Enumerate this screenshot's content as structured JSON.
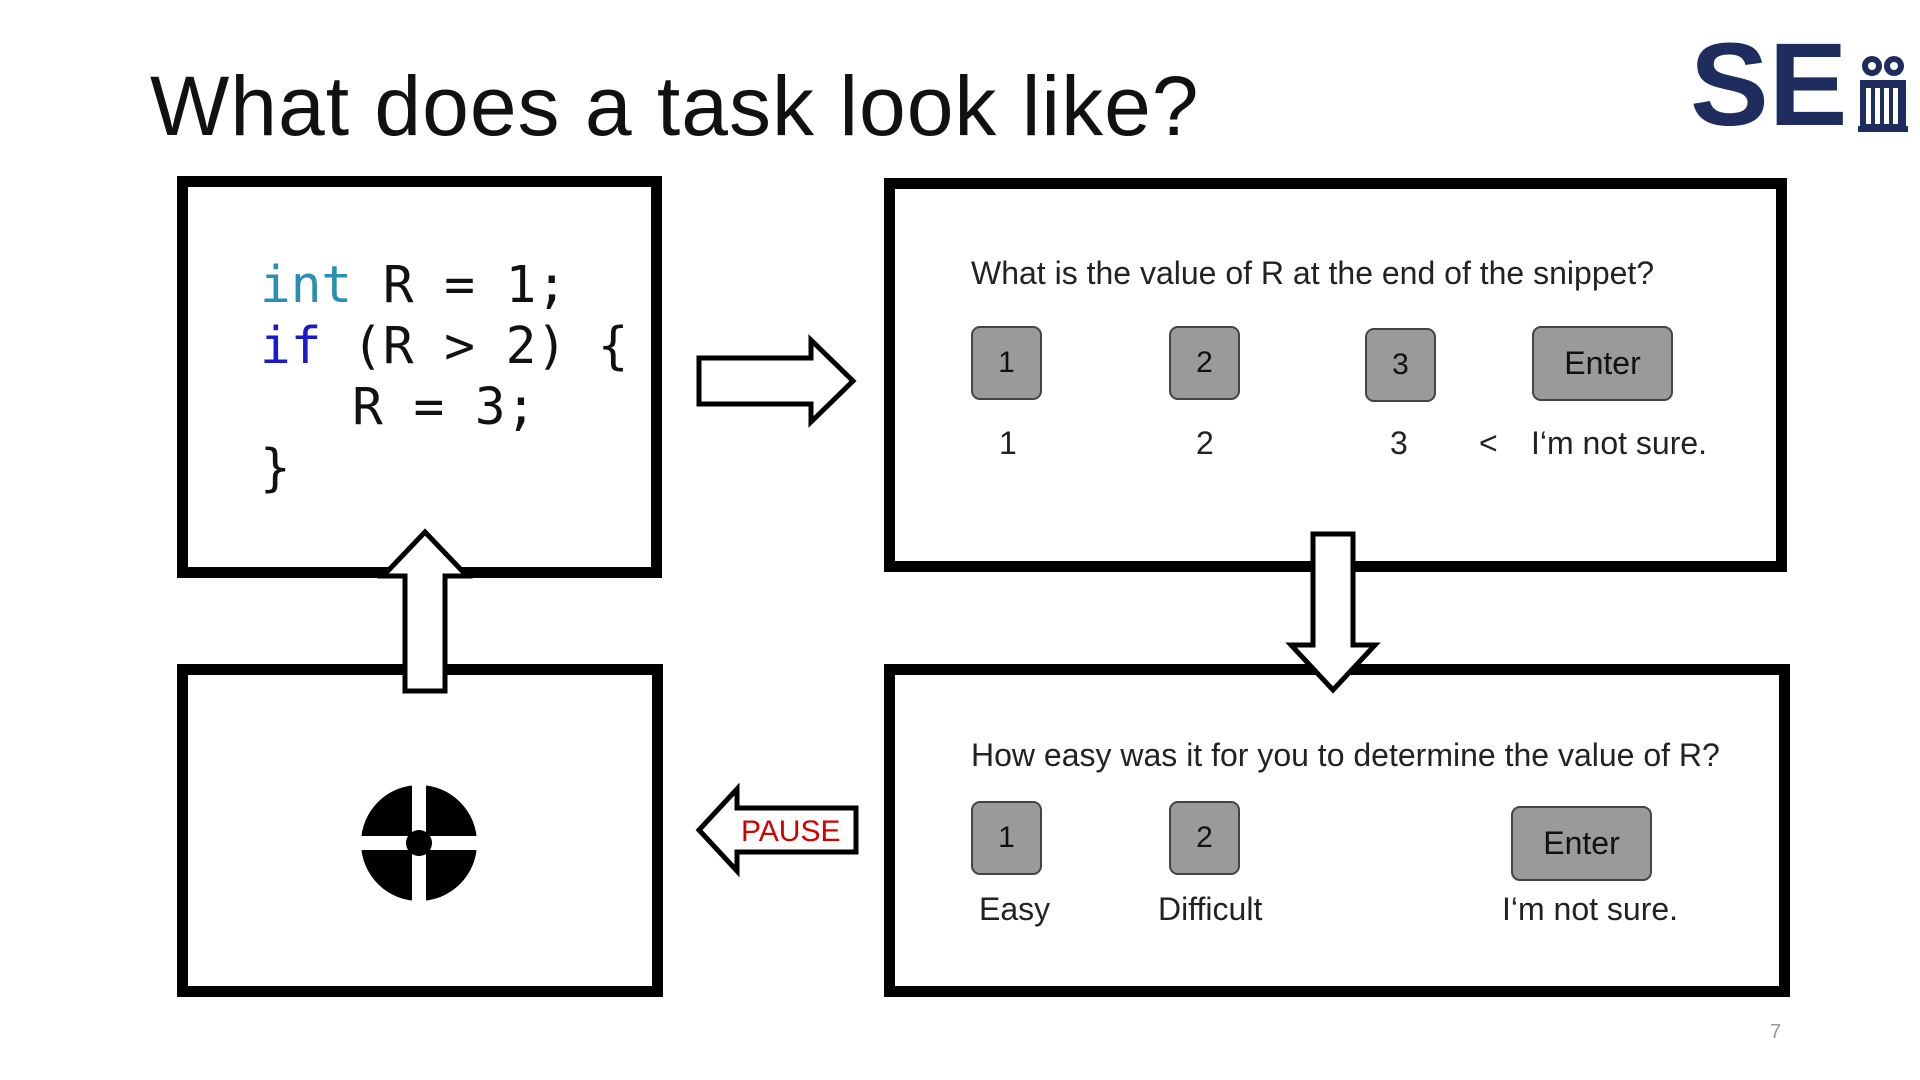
{
  "slide": {
    "title": "What does a task look like?",
    "page_number": "7"
  },
  "logo": {
    "text": "SE",
    "icon": "university-crest-icon"
  },
  "code_panel": {
    "line1": {
      "kw": "int",
      "rest": " R = 1;"
    },
    "line2": {
      "kw": "if",
      "rest": " (R > 2) {"
    },
    "line3": "   R = 3;",
    "line4": "}"
  },
  "question_panel": {
    "question": "What is the value of R at the end of the snippet?",
    "buttons": [
      "1",
      "2",
      "3",
      "Enter"
    ],
    "labels": [
      "1",
      "2",
      "3",
      "<",
      "I‘m not sure."
    ]
  },
  "difficulty_panel": {
    "question": "How easy was it for you to determine the value of R?",
    "buttons": [
      "1",
      "2",
      "Enter"
    ],
    "labels": [
      "Easy",
      "Difficult",
      "I‘m not sure."
    ]
  },
  "fixation_panel": {
    "icon": "fixation-cross-icon"
  },
  "arrows": {
    "pause_label": "PAUSE"
  },
  "colors": {
    "keyword_int": "#2b8fb3",
    "keyword_if": "#1a1acc",
    "button_fill": "#9a9a9a",
    "pause_text": "#d40000",
    "logo_navy": "#1e2c5e"
  }
}
